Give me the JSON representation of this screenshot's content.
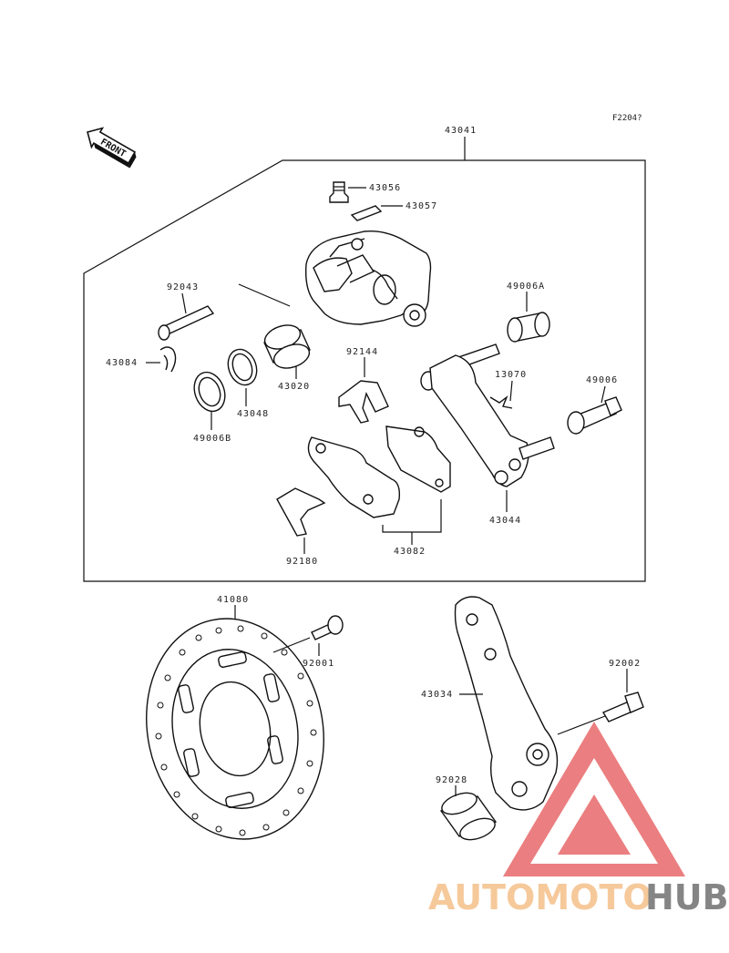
{
  "diagram": {
    "code": "F2204?",
    "front_label": "FRONT",
    "parts": {
      "p43041": "43041",
      "p43056": "43056",
      "p43057": "43057",
      "p92043": "92043",
      "p49006A": "49006A",
      "p43084": "43084",
      "p92144": "92144",
      "p13070": "13070",
      "p49006": "49006",
      "p43020": "43020",
      "p43048": "43048",
      "p49006B": "49006B",
      "p43044": "43044",
      "p43082": "43082",
      "p92180": "92180",
      "p41080": "41080",
      "p92001": "92001",
      "p92002": "92002",
      "p43034": "43034",
      "p92028": "92028"
    }
  },
  "watermark": {
    "part1": "AUTOMOTO",
    "part2": "HUB",
    "colors": {
      "accent": "#f5c08a",
      "red": "#e8686a",
      "dark": "#707070"
    }
  }
}
